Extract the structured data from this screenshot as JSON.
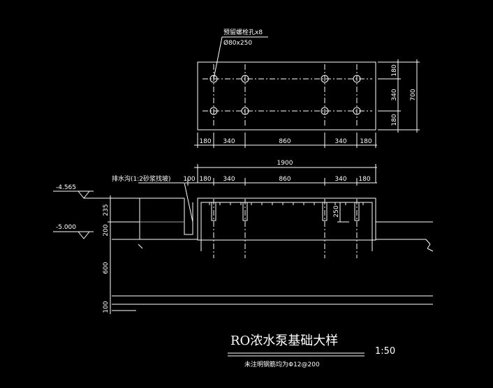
{
  "plan": {
    "callout_line1": "预留螺栓孔x8",
    "callout_line2": "Ø80x250",
    "dims_horizontal": [
      "180",
      "340",
      "860",
      "340",
      "180"
    ],
    "dims_vertical": [
      "180",
      "340",
      "180"
    ],
    "overall_vertical": "700"
  },
  "section": {
    "overall_width": "1900",
    "dims_horizontal": [
      "100",
      "180",
      "340",
      "860",
      "340",
      "180"
    ],
    "drain_label": "排水沟(1:2砂浆找坡)",
    "bolt_depth": "250",
    "elev_1": "-4.565",
    "elev_2": "-5.000",
    "dims_vertical": [
      "235",
      "200",
      "600",
      "100"
    ]
  },
  "title": {
    "main": "RO浓水泵基础大样",
    "scale": "1:50",
    "note": "未注明钢筋均为Φ12@200"
  }
}
